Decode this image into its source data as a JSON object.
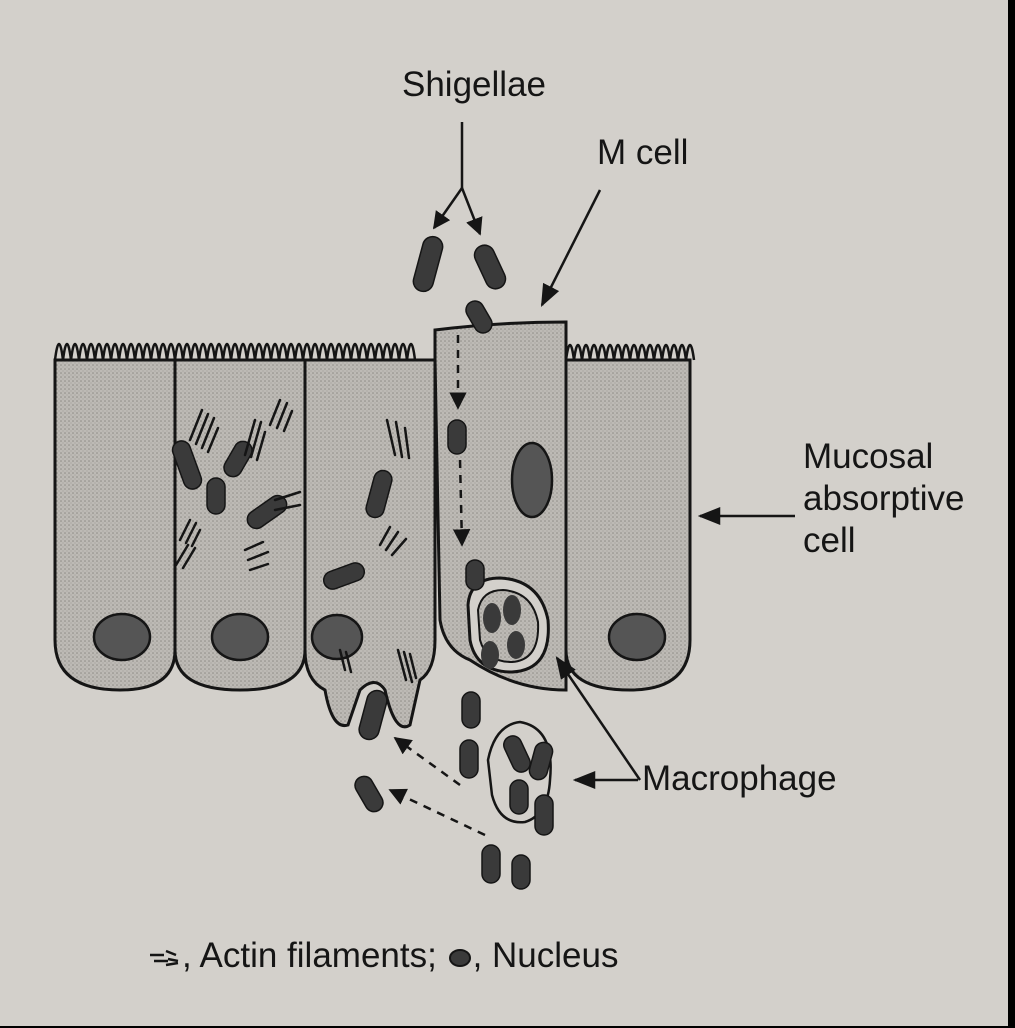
{
  "labels": {
    "shigellae": "Shigellae",
    "m_cell": "M cell",
    "mucosal": [
      "Mucosal",
      "absorptive",
      "cell"
    ],
    "macrophage": "Macrophage"
  },
  "legend": {
    "actin": ", Actin filaments;",
    "nucleus": ", Nucleus"
  },
  "colors": {
    "background": "#000000",
    "paper": "#d3d0cb",
    "cell_fill": "#b8b5b0",
    "ink": "#151515",
    "bacterium": "#3a3a3a",
    "nucleus": "#555555"
  }
}
